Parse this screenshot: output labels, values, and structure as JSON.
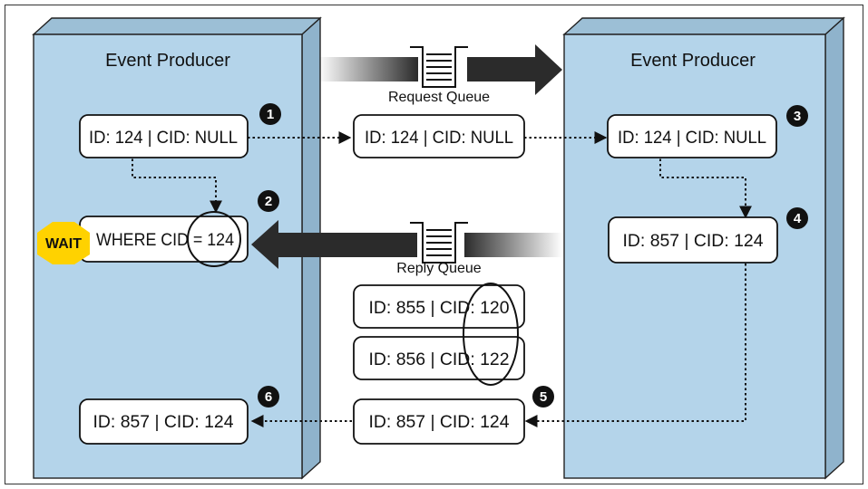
{
  "left_producer": {
    "title": "Event Producer"
  },
  "right_producer": {
    "title": "Event Producer"
  },
  "request_queue": {
    "label": "Request Queue"
  },
  "reply_queue": {
    "label": "Reply Queue"
  },
  "messages": {
    "left_request": "ID: 124 | CID: NULL",
    "mid_request": "ID: 124 | CID: NULL",
    "right_request": "ID: 124 | CID: NULL",
    "right_reply": "ID: 857 | CID: 124",
    "queued_1": "ID: 855 | CID: 120",
    "queued_2": "ID: 856 | CID: 122",
    "mid_reply": "ID: 857 | CID: 124",
    "left_reply": "ID: 857 | CID: 124"
  },
  "wait": {
    "badge": "WAIT",
    "query": "WHERE CID = 124"
  },
  "steps": [
    "1",
    "2",
    "3",
    "4",
    "5",
    "6"
  ],
  "colors": {
    "panel": "#b4d4ea",
    "side": "#8fb3cc",
    "wait": "#ffd200",
    "arrow": "#2b2b2b"
  }
}
